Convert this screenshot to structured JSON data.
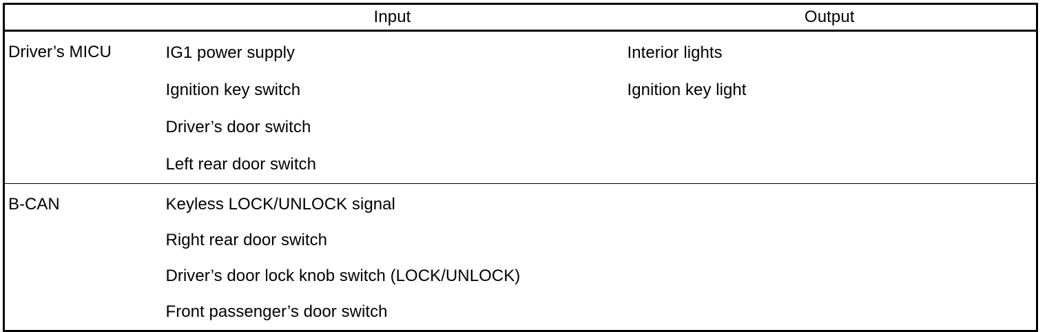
{
  "document": {
    "type": "specification-table",
    "border_color": "#000000",
    "background_color": "#ffffff",
    "text_color": "#000000"
  },
  "table": {
    "headers": {
      "system": "",
      "input": "Input",
      "output": "Output"
    },
    "rows": [
      {
        "system": "Driver’s MICU",
        "inputs": [
          "IG1 power supply",
          "Ignition key switch",
          "Driver’s door switch",
          "Left rear door switch"
        ],
        "outputs": [
          "Interior lights",
          "Ignition key light"
        ]
      },
      {
        "system": "B-CAN",
        "inputs": [
          "Keyless LOCK/UNLOCK signal",
          "Right rear door switch",
          "Driver’s door lock knob switch (LOCK/UNLOCK)",
          "Front passenger’s door switch"
        ],
        "outputs": []
      }
    ]
  }
}
